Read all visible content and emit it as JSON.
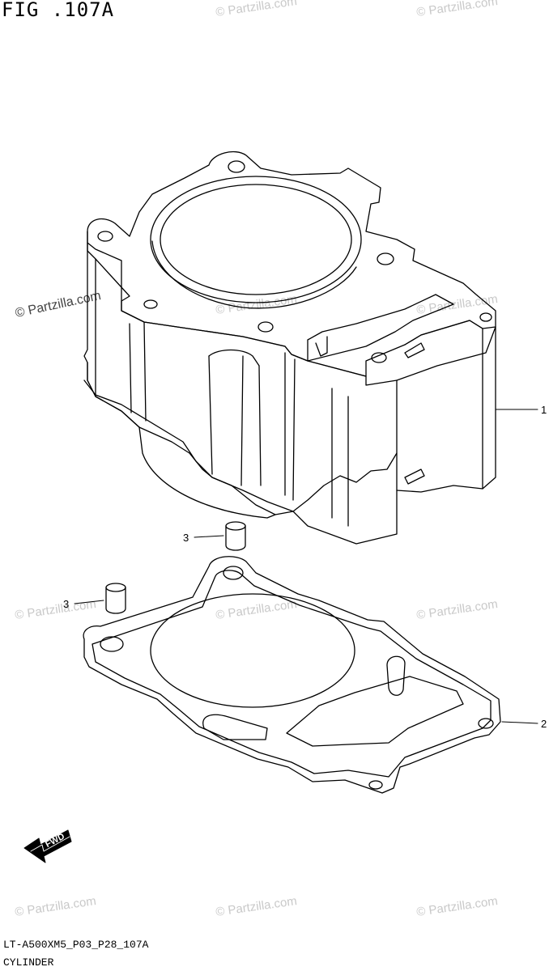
{
  "figure": {
    "title": "FIG .107A",
    "code": "LT-A500XM5_P03_P28_107A",
    "name": "CYLINDER"
  },
  "callouts": [
    {
      "id": "1",
      "part": "cylinder"
    },
    {
      "id": "2",
      "part": "cylinder-gasket"
    },
    {
      "id": "3",
      "part": "dowel-pin-upper"
    },
    {
      "id": "3",
      "part": "dowel-pin-lower"
    }
  ],
  "watermark": {
    "text": "© Partzilla.com",
    "primary_text": "© Partzilla.com"
  },
  "fwd_badge": "FWD",
  "colors": {
    "line": "#000000",
    "watermark": "#c9c9c9",
    "background": "#ffffff"
  }
}
